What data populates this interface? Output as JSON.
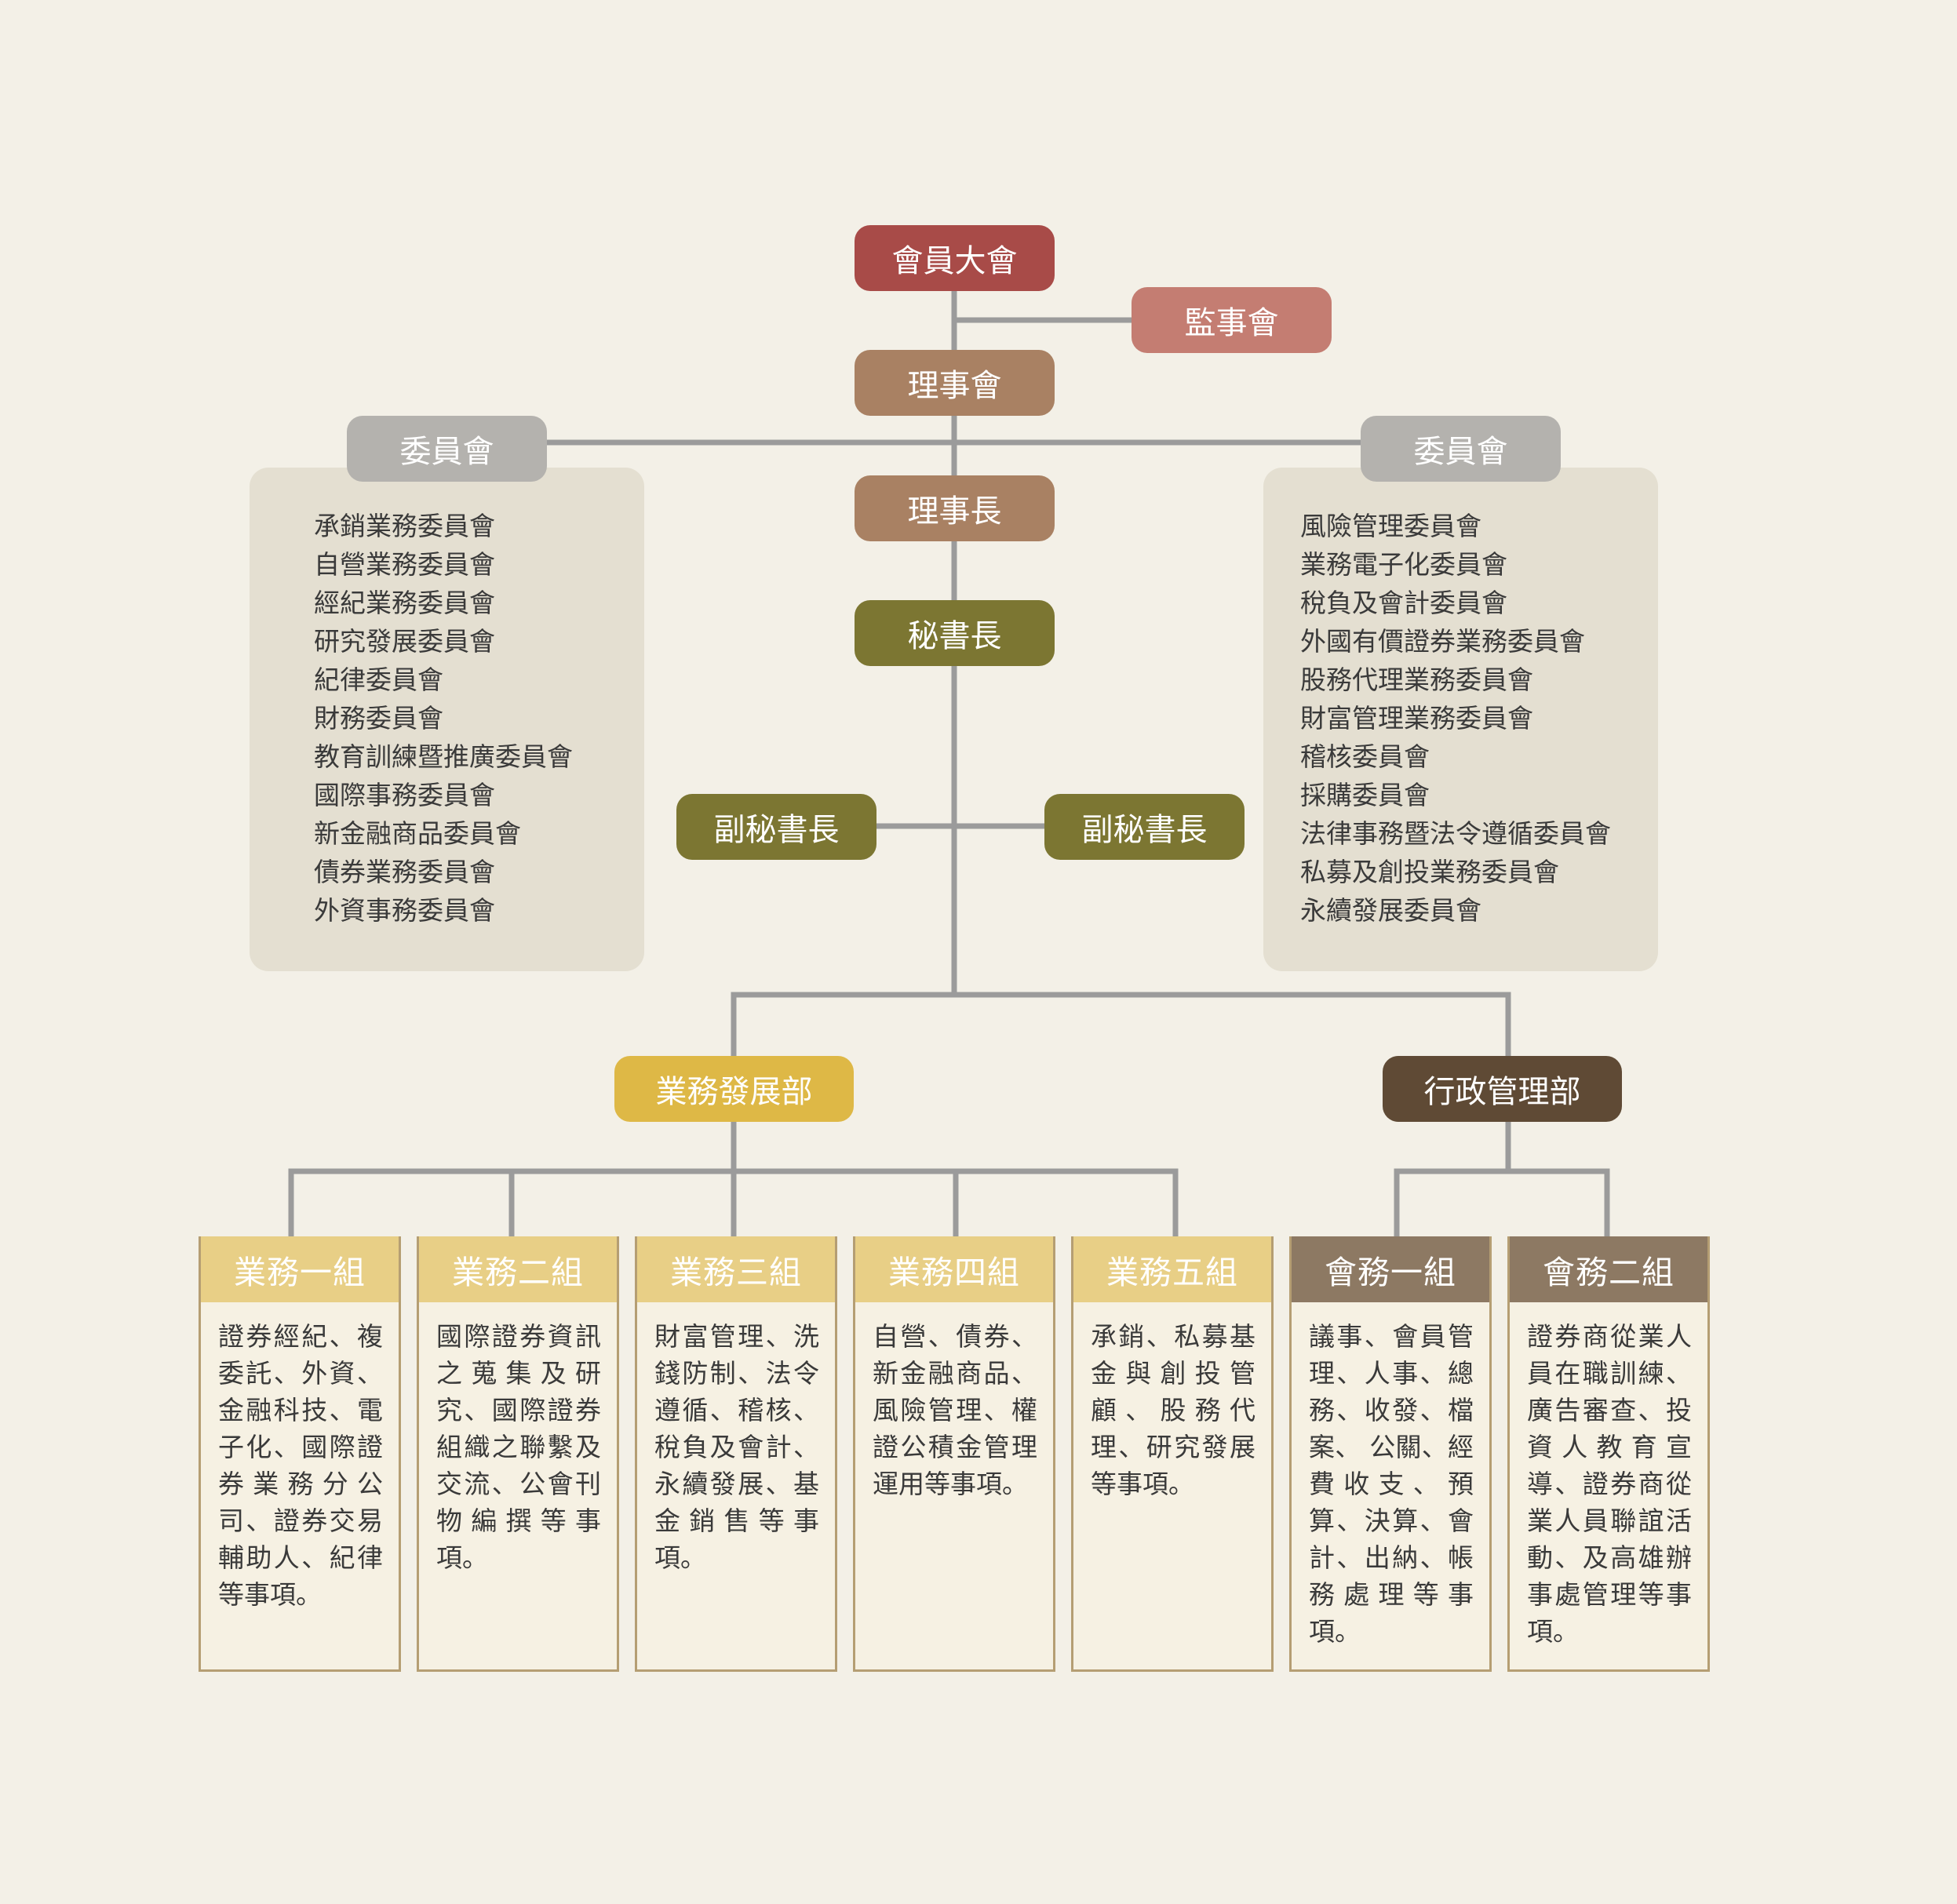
{
  "colors": {
    "background": "#f3f0e7",
    "line": "#9b9b9b",
    "general_assembly": "#a84b48",
    "supervisors": "#c47d72",
    "board": "#a98163",
    "secretary": "#7c7632",
    "committee_tag": "#b4b2ae",
    "committee_panel": "#e4dfd1",
    "business_dept": "#deb846",
    "admin_dept": "#5f4a35",
    "business_group_head": "#e8cf86",
    "admin_group_head": "#8d7963",
    "group_border": "#b59e73"
  },
  "top": {
    "general_assembly": "會員大會",
    "supervisors": "監事會",
    "board": "理事會",
    "chairman": "理事長",
    "secretary_general": "秘書長",
    "deputy_left": "副秘書長",
    "deputy_right": "副秘書長"
  },
  "committees_left": {
    "tag": "委員會",
    "items": [
      "承銷業務委員會",
      "自營業務委員會",
      "經紀業務委員會",
      "研究發展委員會",
      "紀律委員會",
      "財務委員會",
      "教育訓練暨推廣委員會",
      "國際事務委員會",
      "新金融商品委員會",
      "債券業務委員會",
      "外資事務委員會"
    ]
  },
  "committees_right": {
    "tag": "委員會",
    "items": [
      "風險管理委員會",
      "業務電子化委員會",
      "稅負及會計委員會",
      "外國有價證券業務委員會",
      "股務代理業務委員會",
      "財富管理業務委員會",
      "稽核委員會",
      "採購委員會",
      "法律事務暨法令遵循委員會",
      "私募及創投業務委員會",
      "永續發展委員會"
    ]
  },
  "departments": {
    "business": "業務發展部",
    "admin": "行政管理部"
  },
  "groups": [
    {
      "title": "業務一組",
      "body": "證券經紀、複委託、外資、金融科技、電子化、國際證券業務分公司、證券交易輔助人、紀律等事項。"
    },
    {
      "title": "業務二組",
      "body": "國際證券資訊之蒐集及研究、國際證券組織之聯繫及交流、公會刊物編撰等事項。"
    },
    {
      "title": "業務三組",
      "body": "財富管理、洗錢防制、法令遵循、稽核、稅負及會計、永續發展、基金銷售等事項。"
    },
    {
      "title": "業務四組",
      "body": "自營、債券、新金融商品、風險管理、權證公積金管理運用等事項。"
    },
    {
      "title": "業務五組",
      "body": "承銷、私募基金與創投管顧、股務代理、研究發展等事項。"
    },
    {
      "title": "會務一組",
      "body": "議事、會員管理、人事、總務、收發、檔案、 公關、經費收支、預算、決算、會計、出納、帳務處理等事項。"
    },
    {
      "title": "會務二組",
      "body": "證券商從業人員在職訓練、廣告審查、投資人教育宣導、證券商從業人員聯誼活動、及高雄辦事處管理等事項。"
    }
  ]
}
